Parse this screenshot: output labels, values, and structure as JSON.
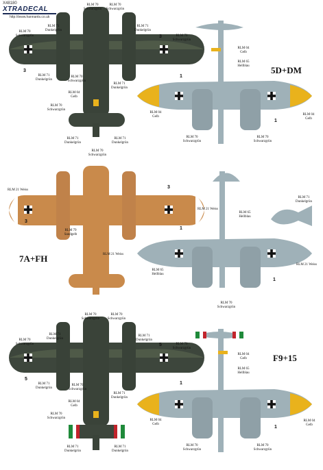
{
  "header": {
    "code": "X48180",
    "brand": "XTRADECAL",
    "url": "http://www.hannants.co.uk"
  },
  "codes": [
    "5D+DM",
    "7A+FH",
    "F9+15"
  ],
  "labels": {
    "rlm70": [
      "RLM 70",
      "Schwarzgrün"
    ],
    "rlm71": [
      "RLM 71",
      "Dunkelgrün"
    ],
    "rlm04": [
      "RLM 04",
      "Gelb"
    ],
    "rlm65": [
      "RLM 65",
      "Hellblau"
    ],
    "rlm21": "RLM 21 Weiss",
    "rlm79": [
      "RLM 79",
      "Sandgelb"
    ]
  },
  "numbers": [
    "1",
    "3",
    "5"
  ],
  "colors": {
    "rlm70": "#3a4339",
    "rlm71": "#505a49",
    "rlm04": "#e9b21c",
    "rlm65": "#9fb1b8",
    "rlm79": "#c98a4b",
    "rlm21": "#ffffff",
    "italy_green": "#1f8a3a",
    "italy_red": "#c2242b"
  }
}
